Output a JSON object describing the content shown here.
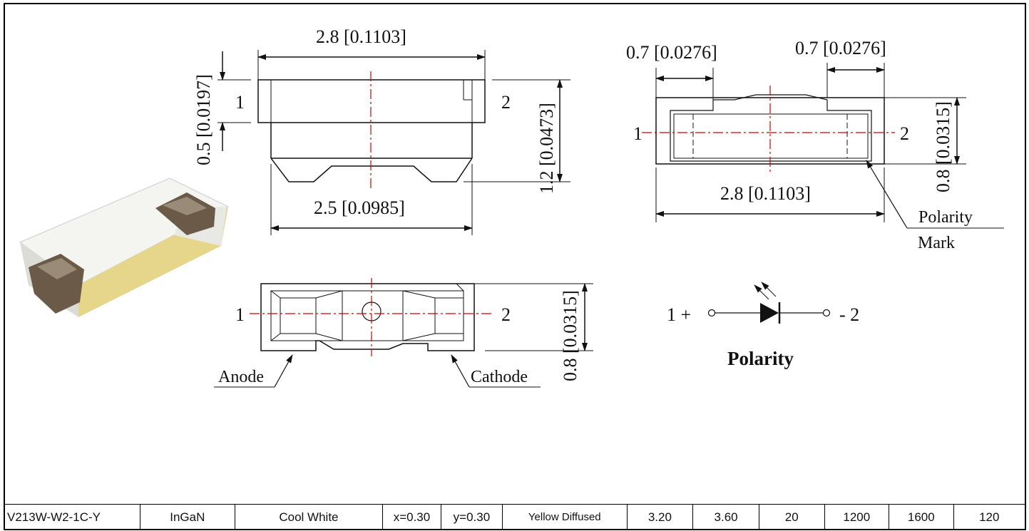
{
  "drawing": {
    "side_view": {
      "width_top": "2.8 [0.1103]",
      "height_left": "0.5 [0.0197]",
      "height_right": "1.2 [0.0473]",
      "width_bottom": "2.5 [0.0985]",
      "pin_left": "1",
      "pin_right": "2"
    },
    "top_view": {
      "pad_left": "0.7 [0.0276]",
      "pad_right": "0.7 [0.0276]",
      "height": "0.8 [0.0315]",
      "width": "2.8 [0.1103]",
      "pin_left": "1",
      "pin_right": "2",
      "polarity_mark_line1": "Polarity",
      "polarity_mark_line2": "Mark"
    },
    "bottom_view": {
      "height": "0.8 [0.0315]",
      "pin_left": "1",
      "pin_right": "2",
      "anode": "Anode",
      "cathode": "Cathode"
    },
    "polarity_symbol": {
      "left": "1 +",
      "right": "- 2",
      "caption": "Polarity"
    }
  },
  "spec_row": [
    "V213W-W2-1C-Y",
    "InGaN",
    "Cool White",
    "x=0.30",
    "y=0.30",
    "Yellow Diffused",
    "3.20",
    "3.60",
    "20",
    "1200",
    "1600",
    "120"
  ],
  "colors": {
    "centerline": "#d40000",
    "led_body": "#e8e8e4",
    "led_lens": "#e6d68a",
    "pad": "#6b5a48"
  }
}
